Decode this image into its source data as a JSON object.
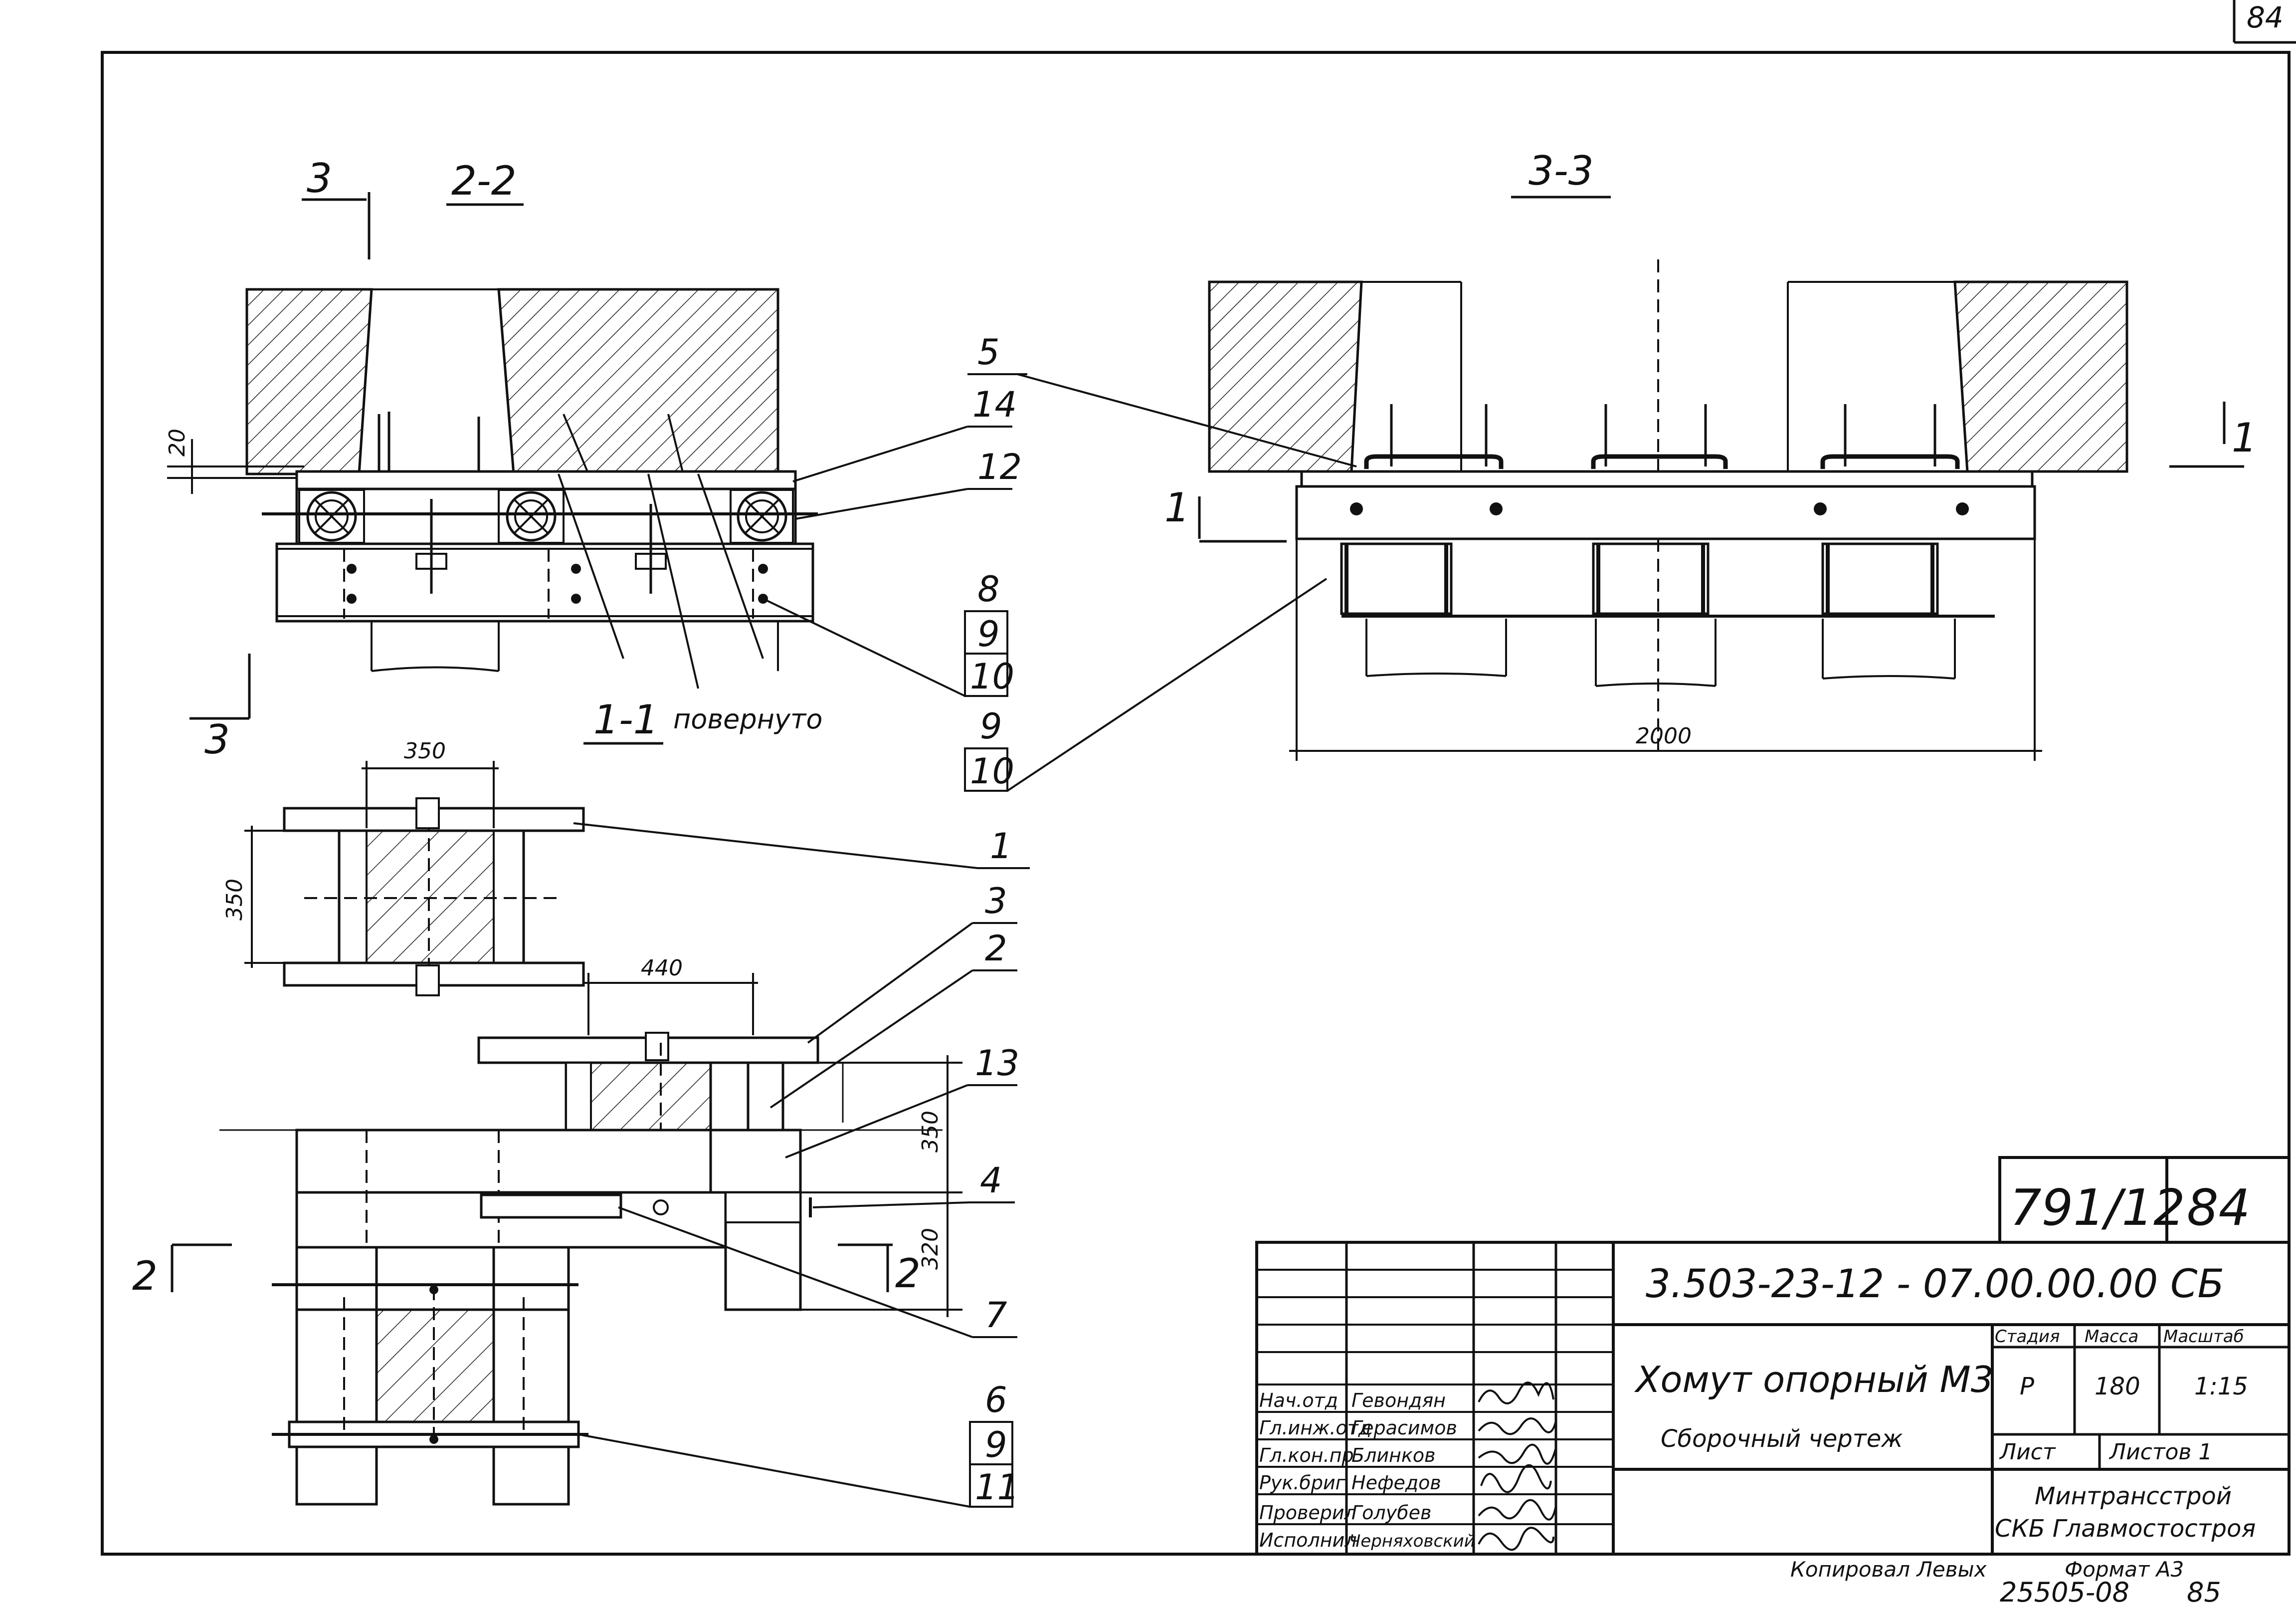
{
  "page_number": "84",
  "sections": {
    "s22": "2-2",
    "s33": "3-3",
    "s11": "1-1",
    "s11_note": "повернуто",
    "mark_3": "3",
    "mark_1": "1",
    "mark_2": "2"
  },
  "dimensions": {
    "d20": "20",
    "d350_top": "350",
    "d350_side": "350",
    "d440": "440",
    "d350_right": "350",
    "d320": "320",
    "d2000": "2000"
  },
  "callouts": {
    "c5": "5",
    "c14": "14",
    "c12": "12",
    "c8": "8",
    "c9a": "9",
    "c10a": "10",
    "c9b": "9",
    "c10b": "10",
    "c1": "1",
    "c3": "3",
    "c2": "2",
    "c13": "13",
    "c4": "4",
    "c7": "7",
    "c6": "6",
    "c9c": "9",
    "c11": "11"
  },
  "title_block": {
    "sheet_box_code": "791/12",
    "sheet_box_page": "84",
    "doc_code": "3.503-23-12 - 07.00.00.00 СБ",
    "title": "Хомут опорный  М3",
    "subtitle": "Сборочный   чертеж",
    "col_stage": "Стадия",
    "col_mass": "Масса",
    "col_scale": "Масштаб",
    "stage": "Р",
    "mass": "180",
    "scale": "1:15",
    "sheet_label": "Лист",
    "sheets_label": "Листов 1",
    "org_1": "Минтрансстрой",
    "org_2": "СКБ Главмостостроя",
    "roles": [
      {
        "role": "Нач.отд",
        "name": "Гевондян"
      },
      {
        "role": "Гл.инж.отд",
        "name": "Герасимов"
      },
      {
        "role": "Гл.кон.пр",
        "name": "Блинков"
      },
      {
        "role": "Рук.бриг",
        "name": "Нефедов"
      },
      {
        "role": "Проверил",
        "name": "Голубев"
      },
      {
        "role": "Исполнил",
        "name": "Черняховский"
      }
    ]
  },
  "footer": {
    "copied": "Копировал Левых",
    "format": "Формат А3",
    "archive": "25505-08",
    "archive_page": "85"
  }
}
